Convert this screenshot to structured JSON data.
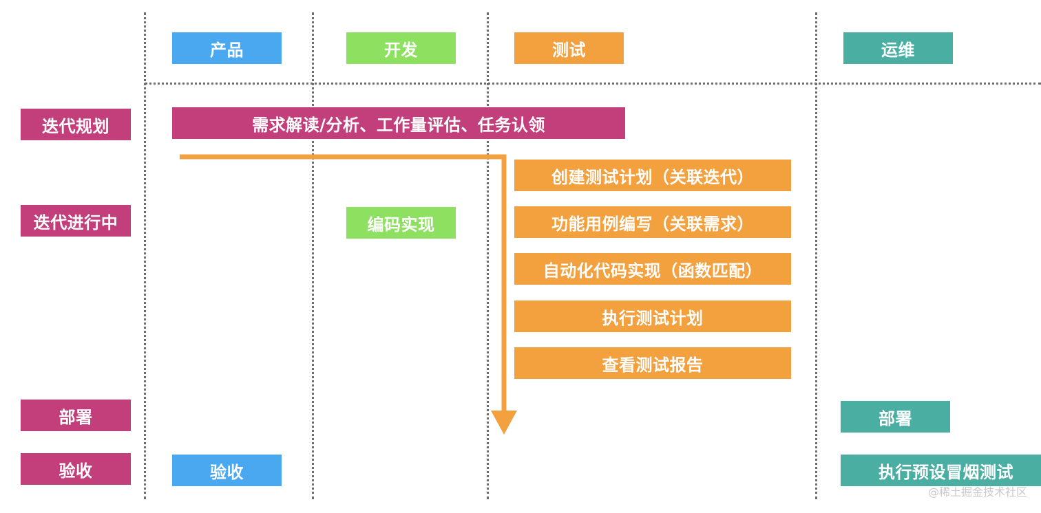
{
  "roles": {
    "product": "产品",
    "dev": "开发",
    "test": "测试",
    "ops": "运维"
  },
  "phases": {
    "planning": "迭代规划",
    "in_progress": "迭代进行中",
    "deploy": "部署",
    "acceptance": "验收"
  },
  "tasks": {
    "planning_task": "需求解读/分析、工作量评估、任务认领",
    "coding": "编码实现",
    "test_steps": [
      "创建测试计划（关联迭代）",
      "功能用例编写（关联需求）",
      "自动化代码实现（函数匹配）",
      "执行测试计划",
      "查看测试报告"
    ],
    "ops_deploy": "部署",
    "ops_smoke": "执行预设冒烟测试",
    "product_acceptance": "验收"
  },
  "watermark": "@稀土掘金技术社区",
  "colors": {
    "product": "#4aa8f0",
    "dev": "#8de060",
    "test": "#f3a03f",
    "ops": "#4aaea2",
    "phase": "#c23f7c",
    "arrow": "#f3a03f"
  }
}
